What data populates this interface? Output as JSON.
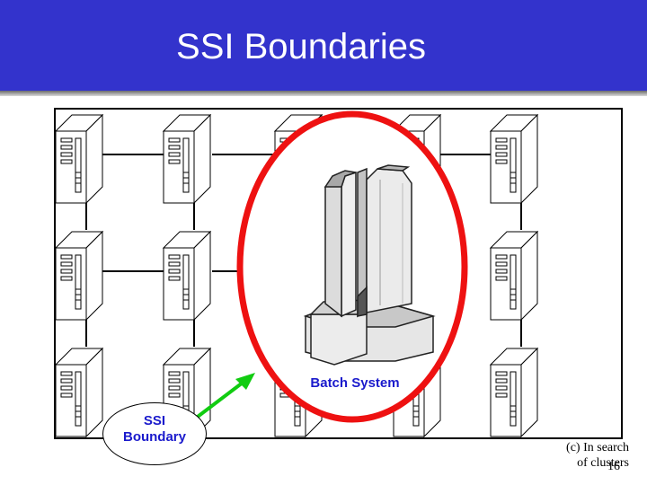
{
  "slide": {
    "title": "SSI Boundaries",
    "batch_label": "Batch System",
    "ssi_label_line1": "SSI",
    "ssi_label_line2": "Boundary",
    "footer_line1": "(c) In search",
    "footer_line2": "of clusters",
    "page_number": "16"
  },
  "colors": {
    "header_bg": "#3333cc",
    "boundary_ring": "#ee1111",
    "arrow": "#11cc11",
    "label_text": "#1a1acc"
  },
  "icons": [
    "computer-tower-icon",
    "mainframe-icon",
    "arrow-icon"
  ]
}
